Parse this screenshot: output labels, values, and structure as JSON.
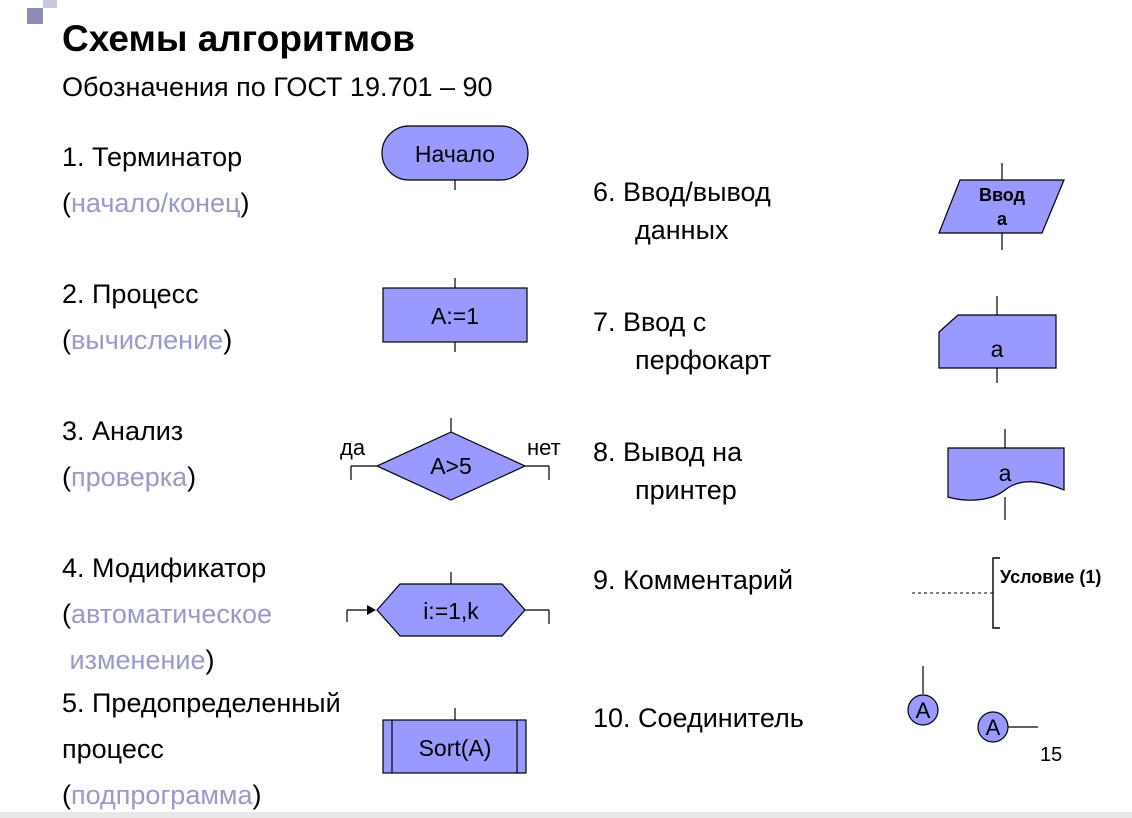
{
  "slide": {
    "title": "Схемы алгоритмов",
    "subtitle": "Обозначения по ГОСТ 19.701 – 90",
    "page_number": "15"
  },
  "left_items": [
    {
      "line1": "1. Терминатор",
      "sub": "начало/конец"
    },
    {
      "line1": "2. Процесс",
      "sub": "вычисление"
    },
    {
      "line1": "3. Анализ",
      "sub": "проверка"
    },
    {
      "line1": "4. Модификатор",
      "sub1": "автоматическое",
      "sub2": "изменение"
    },
    {
      "line1": "5. Предопределенный",
      "line2": "процесс",
      "sub": "подпрограмма"
    }
  ],
  "right_items": [
    {
      "line1": "6. Ввод/вывод",
      "line2": "данных"
    },
    {
      "line1": "7. Ввод с",
      "line2": "перфокарт"
    },
    {
      "line1": "8. Вывод на",
      "line2": "принтер"
    },
    {
      "line1": "9. Комментарий"
    },
    {
      "line1": "10. Соединитель"
    }
  ],
  "shapes": {
    "terminator": "Начало",
    "process": "A:=1",
    "decision": "A>5",
    "decision_yes": "да",
    "decision_no": "нет",
    "modifier": "i:=1,k",
    "predefined": "Sort(A)",
    "io_line1": "Ввод",
    "io_line2": "a",
    "punchcard": "a",
    "printer": "a",
    "comment": "Условие (1)",
    "connector1": "A",
    "connector2": "A"
  },
  "colors": {
    "shape_fill": "#9999ff",
    "accent_text": "#9999cc",
    "corner_dark": "#8c8cb4",
    "corner_light": "#c8c8dc"
  }
}
